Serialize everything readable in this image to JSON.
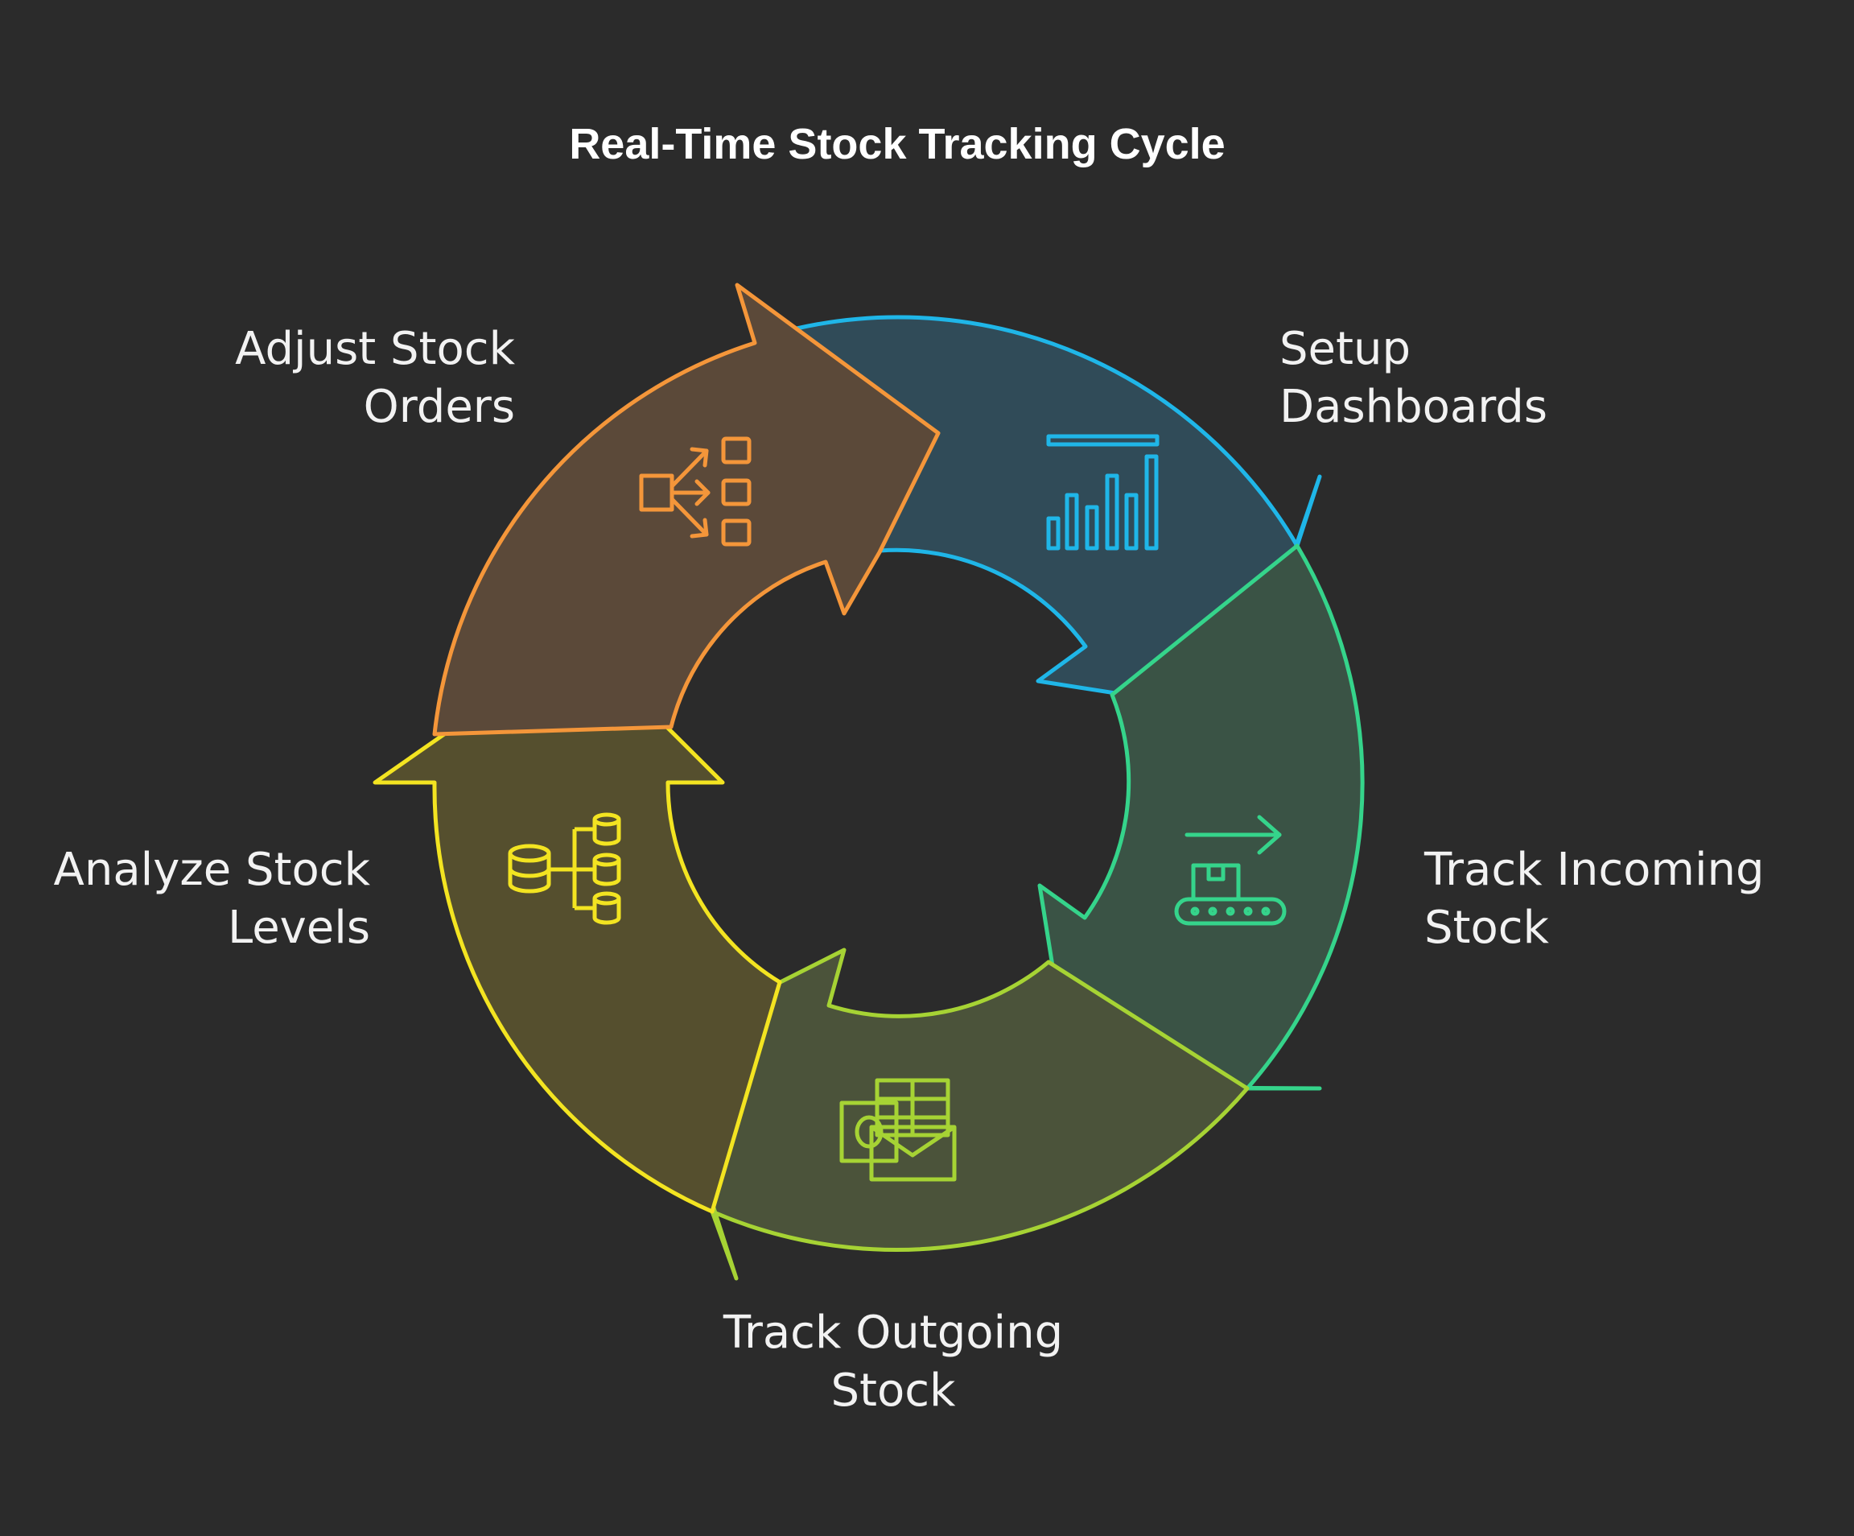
{
  "title": "Real-Time Stock Tracking Cycle",
  "steps": [
    {
      "id": "setup",
      "line1": "Setup",
      "line2": "Dashboards",
      "color": "#1fb6e8",
      "fill": "#304b58",
      "icon": "bar-chart-icon"
    },
    {
      "id": "incoming",
      "line1": "Track Incoming",
      "line2": "Stock",
      "color": "#35d48b",
      "fill": "#3a5345",
      "icon": "conveyor-belt-icon"
    },
    {
      "id": "outgoing",
      "line1": "Track Outgoing",
      "line2": "Stock",
      "color": "#a6d334",
      "fill": "#4b533a",
      "icon": "outlook-sheet-icon"
    },
    {
      "id": "analyze",
      "line1": "Analyze Stock",
      "line2": "Levels",
      "color": "#f3e421",
      "fill": "#554f2e",
      "icon": "database-hierarchy-icon"
    },
    {
      "id": "adjust",
      "line1": "Adjust Stock",
      "line2": "Orders",
      "color": "#f4963a",
      "fill": "#5b4939",
      "icon": "flow-branch-icon"
    }
  ]
}
